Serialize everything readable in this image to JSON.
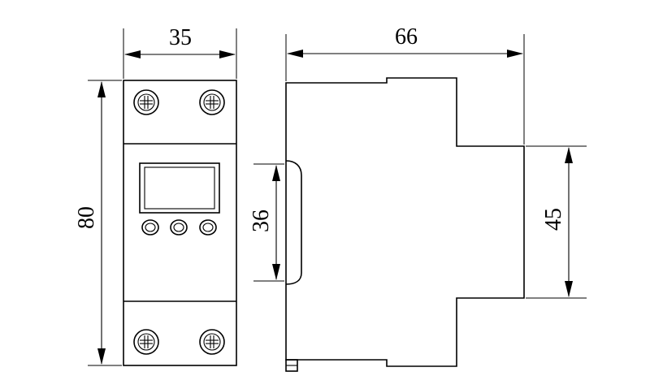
{
  "dimensions": {
    "front_width": "35",
    "side_depth": "66",
    "front_height": "80",
    "rail_width": "36",
    "body_height": "45"
  },
  "colors": {
    "line": "#000000",
    "background": "#ffffff"
  }
}
